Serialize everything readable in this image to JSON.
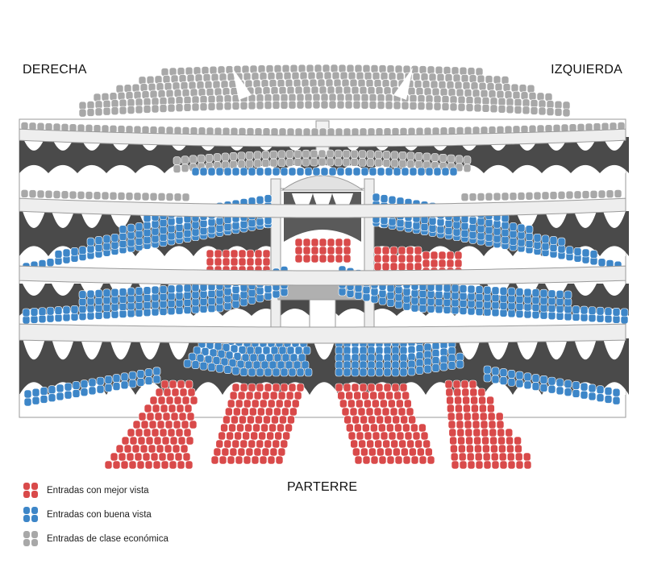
{
  "labels": {
    "left": "DERECHA",
    "right": "IZQUIERDA",
    "parterre": "PARTERRE"
  },
  "legend": [
    {
      "label": "Entradas con mejor vista",
      "color": "#d94a4a"
    },
    {
      "label": "Entradas con buena vista",
      "color": "#3d86c8"
    },
    {
      "label": "Entradas de clase económica",
      "color": "#a8a8a8"
    }
  ],
  "colors": {
    "best": "#d94a4a",
    "good": "#3d86c8",
    "economy": "#a8a8a8",
    "curtain": "#4a4a4a",
    "balcony": "#eeeeee",
    "outline": "#9a9a9a"
  }
}
